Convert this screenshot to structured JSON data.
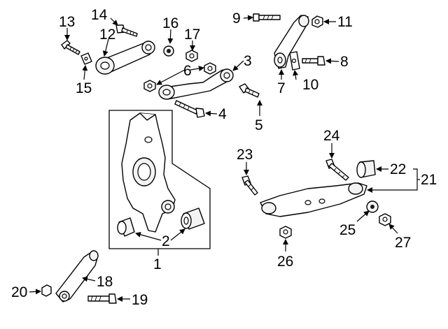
{
  "diagram": {
    "callouts": {
      "c1": "1",
      "c2": "2",
      "c3": "3",
      "c4": "4",
      "c5": "5",
      "c6": "6",
      "c7": "7",
      "c8": "8",
      "c9": "9",
      "c10": "10",
      "c11": "11",
      "c12": "12",
      "c13": "13",
      "c14": "14",
      "c15": "15",
      "c16": "16",
      "c17": "17",
      "c18": "18",
      "c19": "19",
      "c20": "20",
      "c21": "21",
      "c22": "22",
      "c23": "23",
      "c24": "24",
      "c25": "25",
      "c26": "26",
      "c27": "27"
    },
    "line_color": "#000000",
    "background": "#ffffff"
  }
}
